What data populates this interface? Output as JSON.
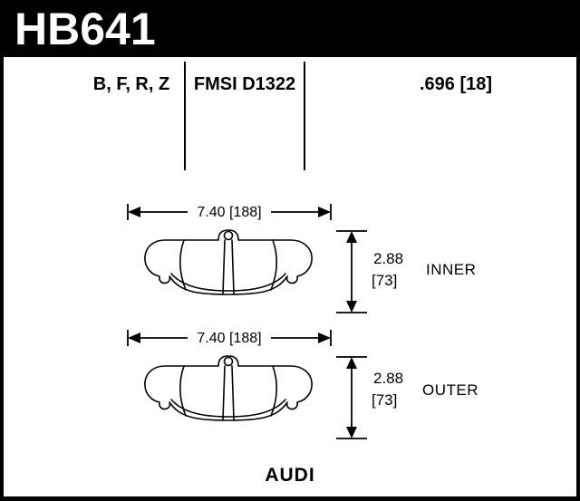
{
  "part": {
    "number": "HB641"
  },
  "spec": {
    "compounds": "B, F, R, Z",
    "fmsi": "FMSI D1322",
    "thickness": ".696 [18]"
  },
  "inner": {
    "width": "7.40 [188]",
    "height": "2.88",
    "height_mm": "[73]",
    "label": "INNER"
  },
  "outer": {
    "width": "7.40 [188]",
    "height": "2.88",
    "height_mm": "[73]",
    "label": "OUTER"
  },
  "footer": {
    "make": "AUDI"
  },
  "colors": {
    "header_bar": "#000000",
    "header_text": "#ffffff",
    "background": "#ffffff",
    "ink": "#000000"
  }
}
